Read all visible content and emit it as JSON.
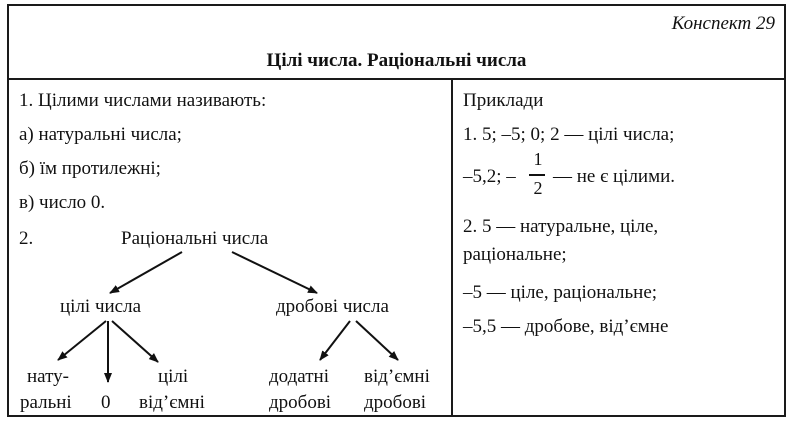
{
  "header": {
    "label": "Конспект 29",
    "title": "Цілі числа. Раціональні числа"
  },
  "left": {
    "p1": "1. Цілими числами називають:",
    "a": "а) натуральні числа;",
    "b": "б) їм протилежні;",
    "c": "в) число 0.",
    "p2": "2.",
    "tree": {
      "root": "Раціональні числа",
      "int": "цілі числа",
      "frac": "дробові числа",
      "nat_1": "нату-",
      "nat_2": "ральні",
      "zero": "0",
      "neg_int_1": "цілі",
      "neg_int_2": "від’ємні",
      "pos_frac_1": "додатні",
      "pos_frac_2": "дробові",
      "neg_frac_1": "від’ємні",
      "neg_frac_2": "дробові"
    }
  },
  "right": {
    "heading": "Приклади",
    "ex1": "1. 5; –5; 0; 2 — цілі числа;",
    "ex1b_pre": "–5,2; –",
    "ex1b_num": "1",
    "ex1b_den": "2",
    "ex1b_post": "— не є цілими.",
    "ex2a": "2. 5 — натуральне, ціле,",
    "ex2b": "раціональне;",
    "ex2c": "–5 — ціле, раціональне;",
    "ex2d": "–5,5 — дробове, від’ємне"
  }
}
